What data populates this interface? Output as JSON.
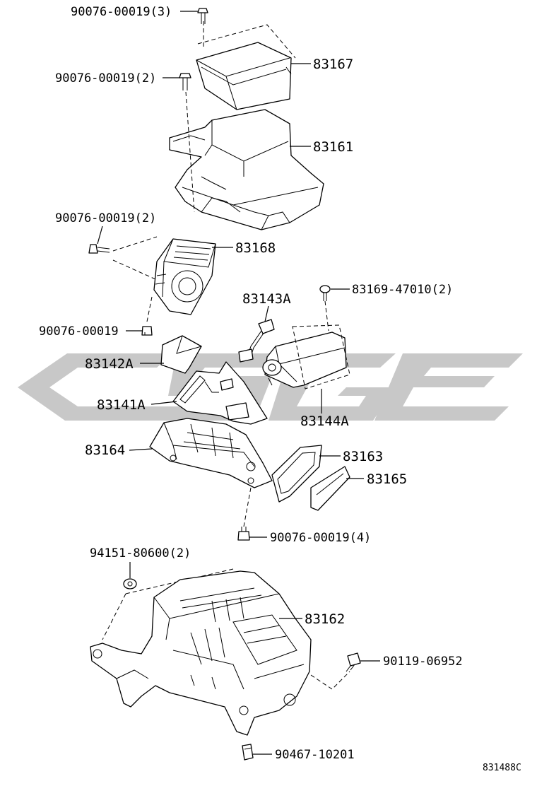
{
  "diagram_code": "831488C",
  "labels": {
    "bolt_top": "90076-00019(3)",
    "p83167": "83167",
    "bolt_upper": "90076-00019(2)",
    "p83161": "83161",
    "bolt_mid": "90076-00019(2)",
    "p83168": "83168",
    "screw_83169": "83169-47010(2)",
    "p83143a": "83143A",
    "bolt_single": "90076-00019",
    "p83142a": "83142A",
    "p83141a": "83141A",
    "p83144a": "83144A",
    "p83164": "83164",
    "p83163": "83163",
    "p83165": "83165",
    "bolt_lower": "90076-00019(4)",
    "nut_94151": "94151-80600(2)",
    "p83162": "83162",
    "bolt_90119": "90119-06952",
    "clip_90467": "90467-10201"
  }
}
